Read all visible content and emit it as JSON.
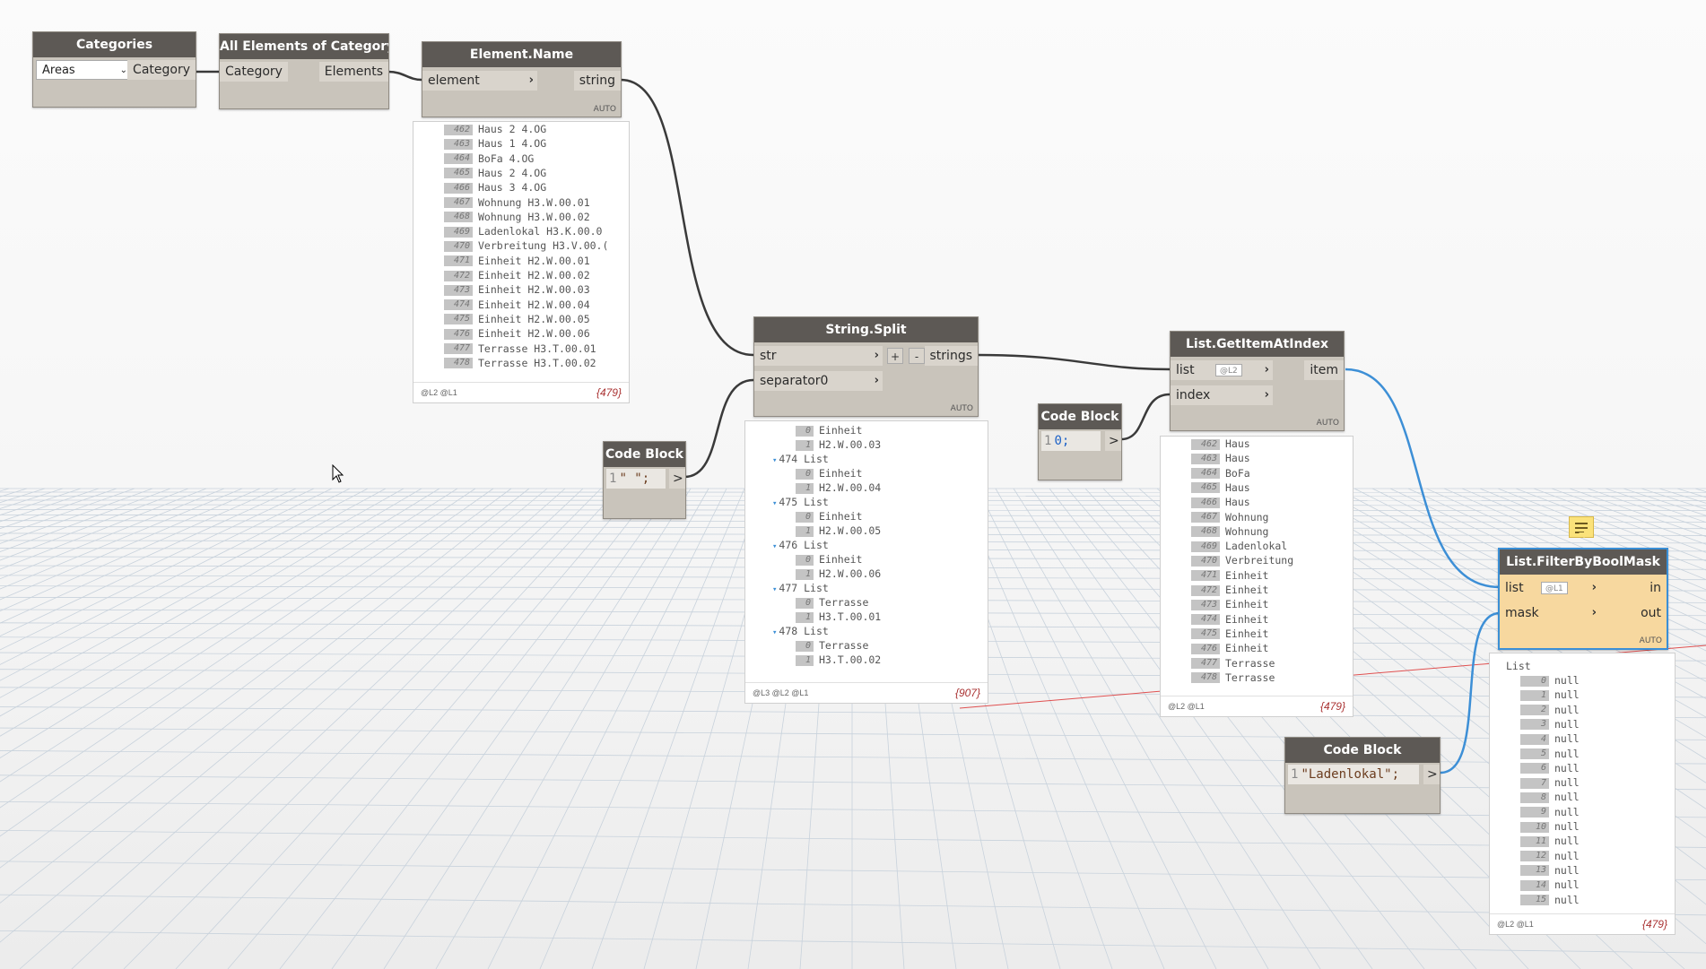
{
  "nodes": {
    "categories": {
      "title": "Categories",
      "dropdown_value": "Areas",
      "output": "Category"
    },
    "all_elements": {
      "title": "All Elements of Category",
      "input": "Category",
      "output": "Elements"
    },
    "element_name": {
      "title": "Element.Name",
      "input": "element",
      "output": "string",
      "lacing": "AUTO"
    },
    "string_split": {
      "title": "String.Split",
      "inputs": [
        "str",
        "separator0"
      ],
      "output": "strings",
      "add": "+",
      "remove": "-",
      "lacing": "AUTO"
    },
    "code_block_sep": {
      "title": "Code Block",
      "line": "1",
      "code": "\" \";",
      "out": ">"
    },
    "list_getitem": {
      "title": "List.GetItemAtIndex",
      "inputs": [
        "list",
        "index"
      ],
      "output": "item",
      "list_lacing": "@L2",
      "lacing": "AUTO"
    },
    "code_block_index": {
      "title": "Code Block",
      "line": "1",
      "code": "0;",
      "out": ">"
    },
    "filter_mask": {
      "title": "List.FilterByBoolMask",
      "inputs": [
        "list",
        "mask"
      ],
      "outputs": [
        "in",
        "out"
      ],
      "list_lacing": "@L1",
      "lacing": "AUTO"
    },
    "code_block_ladenlokal": {
      "title": "Code Block",
      "line": "1",
      "code": "\"Ladenlokal\";",
      "out": ">"
    }
  },
  "previews": {
    "element_name": {
      "rows": [
        [
          "462",
          "Haus 2 4.OG"
        ],
        [
          "463",
          "Haus 1 4.OG"
        ],
        [
          "464",
          "BoFa 4.OG"
        ],
        [
          "465",
          "Haus 2 4.OG"
        ],
        [
          "466",
          "Haus 3 4.OG"
        ],
        [
          "467",
          "Wohnung H3.W.00.01"
        ],
        [
          "468",
          "Wohnung H3.W.00.02"
        ],
        [
          "469",
          "Ladenlokal H3.K.00.0"
        ],
        [
          "470",
          "Verbreitung H3.V.00.("
        ],
        [
          "471",
          "Einheit H2.W.00.01"
        ],
        [
          "472",
          "Einheit H2.W.00.02"
        ],
        [
          "473",
          "Einheit H2.W.00.03"
        ],
        [
          "474",
          "Einheit H2.W.00.04"
        ],
        [
          "475",
          "Einheit H2.W.00.05"
        ],
        [
          "476",
          "Einheit H2.W.00.06"
        ],
        [
          "477",
          "Terrasse H3.T.00.01"
        ],
        [
          "478",
          "Terrasse H3.T.00.02"
        ]
      ],
      "levels": "@L2 @L1",
      "count": "{479}"
    },
    "string_split": {
      "rows": [
        {
          "type": "item",
          "idx": "0",
          "text": "Einheit"
        },
        {
          "type": "item",
          "idx": "1",
          "text": "H2.W.00.03"
        },
        {
          "type": "list",
          "text": "474 List"
        },
        {
          "type": "item",
          "idx": "0",
          "text": "Einheit"
        },
        {
          "type": "item",
          "idx": "1",
          "text": "H2.W.00.04"
        },
        {
          "type": "list",
          "text": "475 List"
        },
        {
          "type": "item",
          "idx": "0",
          "text": "Einheit"
        },
        {
          "type": "item",
          "idx": "1",
          "text": "H2.W.00.05"
        },
        {
          "type": "list",
          "text": "476 List"
        },
        {
          "type": "item",
          "idx": "0",
          "text": "Einheit"
        },
        {
          "type": "item",
          "idx": "1",
          "text": "H2.W.00.06"
        },
        {
          "type": "list",
          "text": "477 List"
        },
        {
          "type": "item",
          "idx": "0",
          "text": "Terrasse"
        },
        {
          "type": "item",
          "idx": "1",
          "text": "H3.T.00.01"
        },
        {
          "type": "list",
          "text": "478 List"
        },
        {
          "type": "item",
          "idx": "0",
          "text": "Terrasse"
        },
        {
          "type": "item",
          "idx": "1",
          "text": "H3.T.00.02"
        }
      ],
      "levels": "@L3 @L2 @L1",
      "count": "{907}"
    },
    "list_getitem": {
      "rows": [
        [
          "462",
          "Haus"
        ],
        [
          "463",
          "Haus"
        ],
        [
          "464",
          "BoFa"
        ],
        [
          "465",
          "Haus"
        ],
        [
          "466",
          "Haus"
        ],
        [
          "467",
          "Wohnung"
        ],
        [
          "468",
          "Wohnung"
        ],
        [
          "469",
          "Ladenlokal"
        ],
        [
          "470",
          "Verbreitung"
        ],
        [
          "471",
          "Einheit"
        ],
        [
          "472",
          "Einheit"
        ],
        [
          "473",
          "Einheit"
        ],
        [
          "474",
          "Einheit"
        ],
        [
          "475",
          "Einheit"
        ],
        [
          "476",
          "Einheit"
        ],
        [
          "477",
          "Terrasse"
        ],
        [
          "478",
          "Terrasse"
        ]
      ],
      "levels": "@L2 @L1",
      "count": "{479}"
    },
    "filter_mask": {
      "header": "List",
      "rows": [
        [
          "0",
          "null"
        ],
        [
          "1",
          "null"
        ],
        [
          "2",
          "null"
        ],
        [
          "3",
          "null"
        ],
        [
          "4",
          "null"
        ],
        [
          "5",
          "null"
        ],
        [
          "6",
          "null"
        ],
        [
          "7",
          "null"
        ],
        [
          "8",
          "null"
        ],
        [
          "9",
          "null"
        ],
        [
          "10",
          "null"
        ],
        [
          "11",
          "null"
        ],
        [
          "12",
          "null"
        ],
        [
          "13",
          "null"
        ],
        [
          "14",
          "null"
        ],
        [
          "15",
          "null"
        ]
      ],
      "levels": "@L2 @L1",
      "count": "{479}"
    }
  },
  "colors": {
    "wire_dark": "#3a3a3a",
    "wire_blue": "#3d8fd6",
    "axis_red": "#e05050",
    "grid": "#c8d2dc"
  }
}
